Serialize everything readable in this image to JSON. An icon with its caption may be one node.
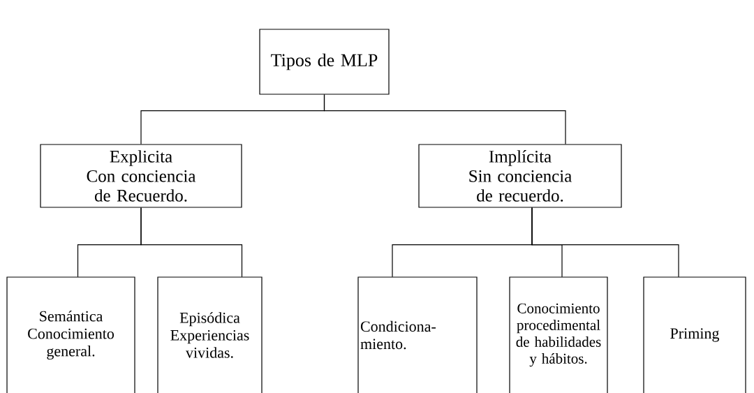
{
  "diagram": {
    "nodes": [
      {
        "text": [
          "Tipos de MLP"
        ]
      },
      {
        "text": [
          "Explicita",
          "Con conciencia de Recuerdo."
        ]
      },
      {
        "text": [
          "Implícita",
          "Sin conciencia de recuerdo."
        ]
      },
      {
        "text": [
          "Semántica",
          "Conocimiento general."
        ]
      },
      {
        "text": [
          "Episódica",
          "Experiencias vividas."
        ]
      },
      {
        "text": [
          "Condiciona- miento."
        ]
      },
      {
        "text": [
          "Conocimiento procedimental de habilidades y hábitos."
        ]
      },
      {
        "text": [
          "Priming"
        ]
      }
    ],
    "edges": [
      {
        "from": 0,
        "to": 1,
        "arrow": "none"
      },
      {
        "from": 0,
        "to": 2,
        "arrow": "none"
      },
      {
        "from": 1,
        "to": 3,
        "arrow": "none"
      },
      {
        "from": 1,
        "to": 4,
        "arrow": "none"
      },
      {
        "from": 2,
        "to": 5,
        "arrow": "none"
      },
      {
        "from": 2,
        "to": 6,
        "arrow": "none"
      },
      {
        "from": 2,
        "to": 7,
        "arrow": "none"
      }
    ]
  }
}
